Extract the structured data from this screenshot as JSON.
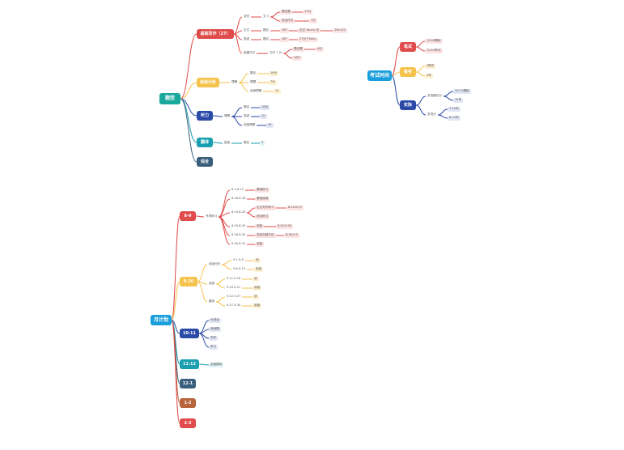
{
  "colors": {
    "teal": "#1aa89c",
    "red": "#e04b4b",
    "yellow": "#f5c24b",
    "navy": "#2b4aa7",
    "cyan": "#1a9fb0",
    "slate": "#3a5f7d",
    "blue": "#1a9fdc",
    "brown": "#b8643c",
    "pink_bg": "#fde3e3",
    "yellow_bg": "#fdf1d2",
    "navy_bg": "#e2e6f5",
    "cyan_bg": "#dff2f5"
  },
  "nodes": {
    "tixing": "题型",
    "zuowen": "基础写作（27）",
    "yingbian": "变形",
    "wenti": "文 5",
    "zhizhao": "题论题",
    "zh_11": "11分",
    "zhonghe": "综合作文",
    "zh_7": "7分",
    "lunwen": "论文",
    "lw_tixin": "题论",
    "lw_16": "16F",
    "lw_detail": "论文 Yourry 论",
    "lw_range": "10k-4/3",
    "chuli": "描述",
    "cl_tixin": "题论",
    "cl_16": "16F",
    "cl_detail": "27分 75min",
    "qiye": "组图作文",
    "qy_sub": "句子 1 分",
    "qy_a": "题论题",
    "qy_a_val": "4分",
    "qy_b": "4分2",
    "yuedu": "阅读分析",
    "yd_lead": "理解",
    "yd_1": "题论",
    "yd_1v": "16分",
    "yd_2": "理题",
    "yd_2v": "7分",
    "yd_3": "阅读理解",
    "yd_3v": "11",
    "tingli": "听力",
    "tl_lead": "理解",
    "tl_1": "题论",
    "tl_1v": "16分",
    "tl_2": "描述",
    "tl_2v": "10",
    "tl_3": "阅读理解",
    "tl_3v": "14",
    "fanyi": "翻译",
    "fy_lead": "描述",
    "fy_1": "题论",
    "fy_1v": "9",
    "zhonghe_node": "综合",
    "kaoshi": "考试时间",
    "yue1": "笔试",
    "y1_a": "12/18题纸",
    "y1_b": "12/19考试",
    "yue2": "备考",
    "y2_a": "2期次",
    "y2_b": "4年",
    "yue3": "实际",
    "y3_lead_a": "多选题总分",
    "y3_a1": "10-11题纸",
    "y3_a2": "12年",
    "y3_lead_b": "多选分",
    "y3_b1": "7-12年",
    "y3_b2": "8-12年",
    "yuejihua": "月计划",
    "m89": "8-9",
    "m89_lead": "专项练习",
    "m89_1": "8.1-8.15",
    "m89_1v": "基础练习",
    "m89_2": "8.16-8.18",
    "m89_2v": "基础阅读",
    "m89_3": "8.19-8.20",
    "m89_3a": "论文写作练习",
    "m89_3b": "8.20-8.27",
    "m89_3c": "综合练习",
    "m89_4": "8.29-8.29",
    "m89_4v": "阅读",
    "m89_4r": "8.20-8.29",
    "m89_5": "8.28-8.29",
    "m89_5v": "总结归纳方法",
    "m89_5r": "8.30-9.5",
    "m89_6": "8.30-8.31",
    "m89_6v": "阅读",
    "m910": "9-10",
    "m910_lead_a": "阅读分析",
    "m910_a1": "9.1-9.6",
    "m910_a1v": "读",
    "m910_a2": "9.6-9.13",
    "m910_a2v": "阅读",
    "m910_lead_b": "阅读",
    "m910_b1": "9.11-9.16",
    "m910_b1v": "读",
    "m910_b2": "9.20-9.27",
    "m910_b2v": "阅读",
    "m910_lead_c": "翻译",
    "m910_c1": "9.22-9.27",
    "m910_c1v": "读",
    "m910_c2": "9.27-9.30",
    "m910_c2v": "阅读",
    "m1011": "10-11",
    "m1011_1": "大综合",
    "m1011_2": "阅读题",
    "m1011_3": "写作",
    "m1011_4": "听力",
    "m1112": "11-12",
    "m1112_1": "全面模拟",
    "m121": "12-1",
    "m12": "1-2",
    "m23": "2-3"
  }
}
